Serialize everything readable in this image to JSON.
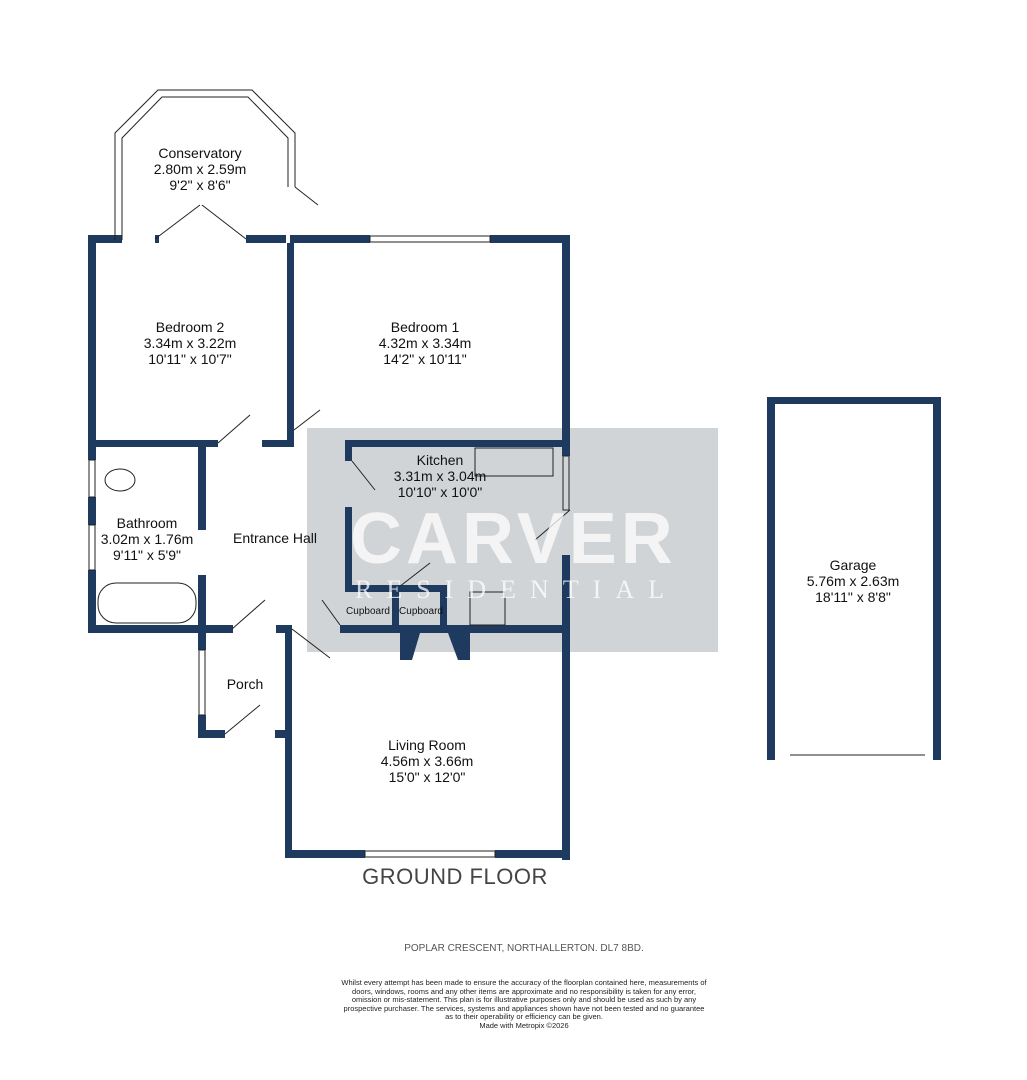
{
  "floor_title": "GROUND FLOOR",
  "address": "POPLAR CRESCENT, NORTHALLERTON. DL7 8BD.",
  "disclaimer": "Whilst every attempt has been made to ensure the accuracy of the floorplan contained here, measurements of doors, windows, rooms and any other items are approximate and no responsibility is taken for any error, omission or mis-statement. This plan is for illustrative purposes only and should be used as such by any prospective purchaser. The services, systems and appliances shown have not been tested and no guarantee as to their operability or efficiency can be given.",
  "credit": "Made with Metropix ©2026",
  "watermark": {
    "brand": "CARVER",
    "sub": "RESIDENTIAL"
  },
  "colors": {
    "wall": "#1f3a5f",
    "watermark": "#9aa0a6"
  },
  "rooms": {
    "conservatory": {
      "name": "Conservatory",
      "metric": "2.80m  x 2.59m",
      "imperial": "9'2\"  x 8'6\""
    },
    "bedroom2": {
      "name": "Bedroom 2",
      "metric": "3.34m  x 3.22m",
      "imperial": "10'11\"  x 10'7\""
    },
    "bedroom1": {
      "name": "Bedroom 1",
      "metric": "4.32m  x 3.34m",
      "imperial": "14'2\"  x 10'11\""
    },
    "bathroom": {
      "name": "Bathroom",
      "metric": "3.02m  x 1.76m",
      "imperial": "9'11\"  x 5'9\""
    },
    "hall": {
      "name": "Entrance Hall"
    },
    "kitchen": {
      "name": "Kitchen",
      "metric": "3.31m  x 3.04m",
      "imperial": "10'10\"  x 10'0\""
    },
    "cupboard1": {
      "name": "Cupboard"
    },
    "cupboard2": {
      "name": "Cupboard"
    },
    "porch": {
      "name": "Porch"
    },
    "living": {
      "name": "Living Room",
      "metric": "4.56m  x 3.66m",
      "imperial": "15'0\"  x 12'0\""
    },
    "garage": {
      "name": "Garage",
      "metric": "5.76m  x 2.63m",
      "imperial": "18'11\"  x 8'8\""
    }
  }
}
